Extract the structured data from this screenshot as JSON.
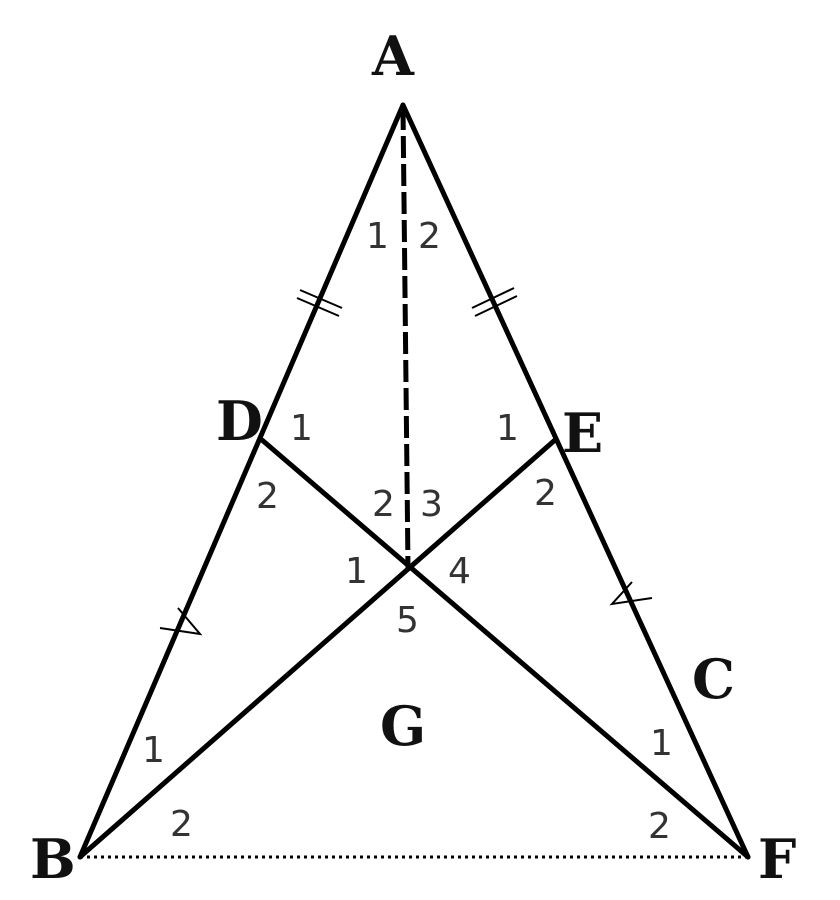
{
  "points": {
    "A": "A",
    "B": "B",
    "C": "C",
    "D": "D",
    "E": "E",
    "F": "F",
    "G": "G"
  },
  "angles": {
    "A1": "1",
    "A2": "2",
    "D1": "1",
    "D2": "2",
    "E1": "1",
    "E2": "2",
    "G1": "1",
    "G2": "2",
    "G3": "3",
    "G4": "4",
    "G5": "5",
    "B1": "1",
    "B2": "2",
    "F1": "1",
    "F2": "2"
  }
}
